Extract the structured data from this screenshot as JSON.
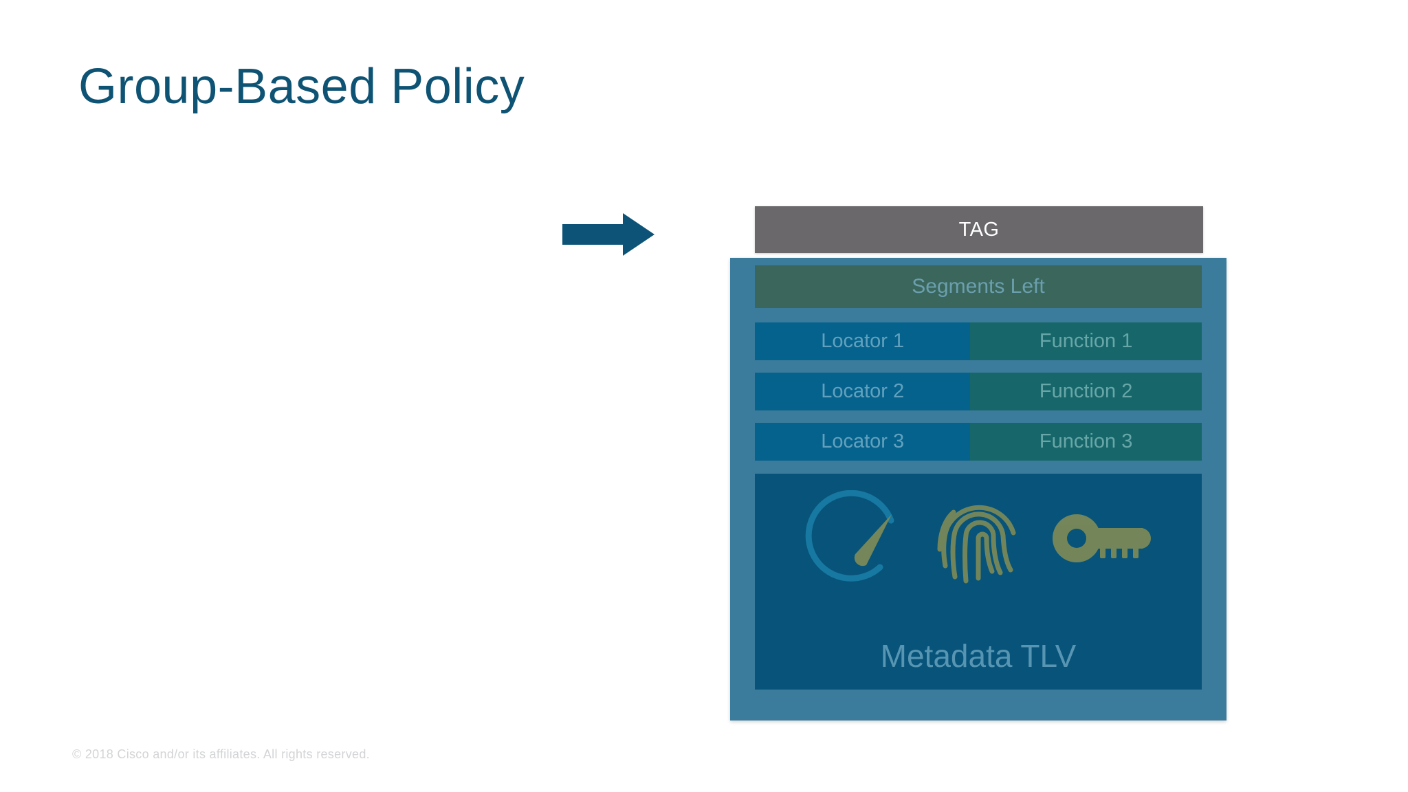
{
  "slide": {
    "title": "Group-Based Policy",
    "footer": "© 2018  Cisco and/or its affiliates. All rights reserved."
  },
  "colors": {
    "title": "#0E5374",
    "arrow": "#0D5377",
    "tag_bar": "#6A686B",
    "packet_outer": "#3B7C9C",
    "segments_band": "#3A665C",
    "locator": "#05628C",
    "function": "#17676A",
    "metadata_panel": "#07537A",
    "icon_olive": "#7E8B57",
    "icon_arc_cyan": "#1A7FA8",
    "footer_text": "#D3D4D6"
  },
  "diagram": {
    "arrow": {
      "name": "right-arrow",
      "direction": "right"
    },
    "tag": {
      "label": "TAG"
    },
    "segments_left": {
      "label": "Segments Left"
    },
    "rows": [
      {
        "locator": "Locator 1",
        "function": "Function 1"
      },
      {
        "locator": "Locator 2",
        "function": "Function 2"
      },
      {
        "locator": "Locator 3",
        "function": "Function 3"
      }
    ],
    "metadata": {
      "label": "Metadata TLV",
      "icons": [
        {
          "name": "gauge-icon",
          "alt": "gauge"
        },
        {
          "name": "fingerprint-icon",
          "alt": "fingerprint"
        },
        {
          "name": "key-icon",
          "alt": "key"
        }
      ]
    }
  }
}
